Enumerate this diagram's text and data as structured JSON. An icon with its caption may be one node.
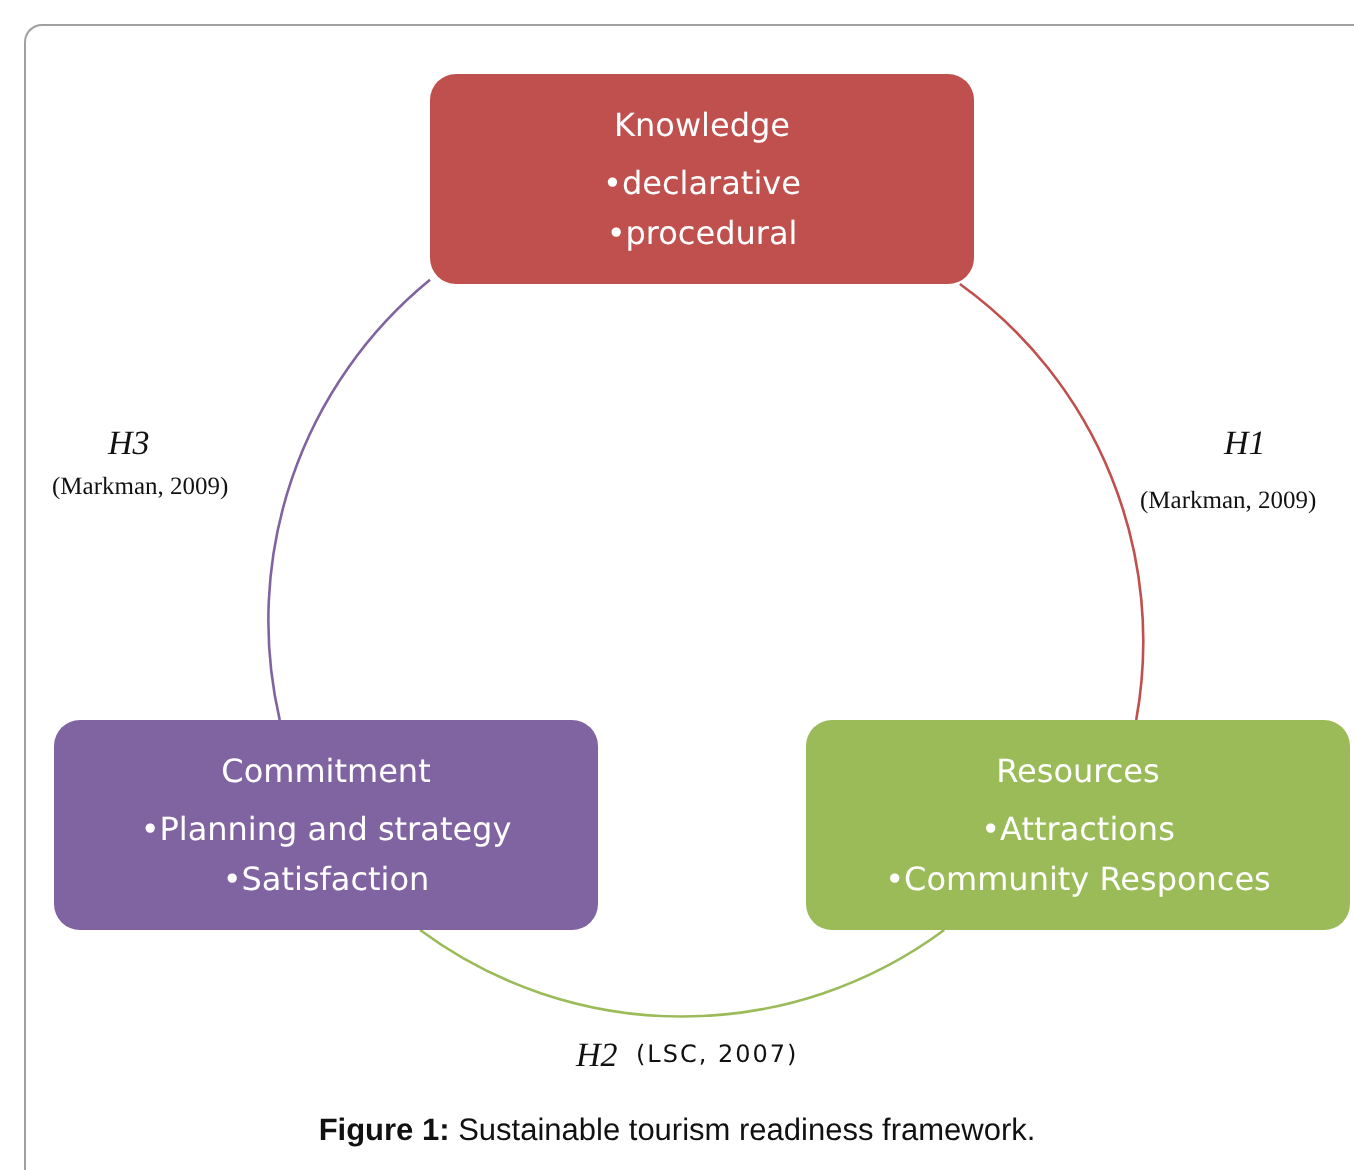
{
  "diagram": {
    "caption": "**Figure 1:** Sustainable tourism readiness framework.",
    "nodes": [
      {
        "text": [
          "Knowledge",
          "•declarative",
          "•procedural"
        ]
      },
      {
        "text": [
          "Commitment",
          "•Planning and strategy",
          "•Satisfaction"
        ]
      },
      {
        "text": [
          "Resources",
          "•Attractions",
          "•Community Responces"
        ]
      }
    ],
    "edges": [
      {
        "from": 0,
        "to": 2,
        "arrow": "none",
        "color": "#c0504d"
      },
      {
        "from": 2,
        "to": 1,
        "arrow": "none",
        "color": "#9bbb59"
      },
      {
        "from": 1,
        "to": 0,
        "arrow": "none",
        "color": "#8064a2"
      }
    ],
    "labels": [
      "H3",
      "(Markman, 2009)",
      "H1",
      "(Markman, 2009)",
      "H2",
      "(LSC, 2007)"
    ]
  }
}
